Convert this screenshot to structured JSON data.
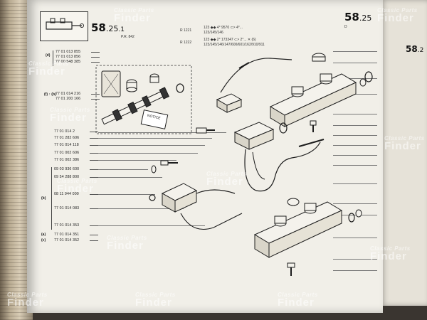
{
  "section": {
    "main": "58",
    "sub": ".25",
    "sub2": ".1"
  },
  "right_section": {
    "main": "58",
    "sub": ".25"
  },
  "far_right_section": {
    "main": "58",
    "sub": ".2"
  },
  "page_ref": "P.R. 842",
  "right_ref": "D",
  "header_refs": [
    {
      "code": "R 1221",
      "line1": "123 ◆◆ 4°    9570 ⊂> 4°...",
      "line2": "123/145/146"
    },
    {
      "code": "R 1222",
      "line1": "123 ◆◆ 2°    173347 ⊂> 2°... ✕ (6)",
      "line2": "123/145/146/147/600/601/162/910/911"
    }
  ],
  "part_numbers_top": [
    {
      "tag": "(d)",
      "lines": [
        "77 01 013 855",
        "77 01 013 856",
        "77 00 548 385"
      ]
    },
    {
      "tag": "(f) ↑ (b)",
      "lines": [
        "77 01 014 216",
        "77 01 200 166"
      ]
    }
  ],
  "part_numbers_mid": [
    "77 01 014 2",
    "77 01 282 606",
    "77 01 014 118",
    "77 01 002 606",
    "77 01 002 386"
  ],
  "part_numbers_bottom": [
    "09 03 936 600",
    "09 54 288 800",
    "08 11 944 000",
    "77 01 014 083",
    "77 01 014 353"
  ],
  "bottom_tag": "(b)",
  "footer_numbers": [
    {
      "tag": "(a)",
      "num": "77 01 014 351"
    },
    {
      "tag": "(c)",
      "num": "77 01 014 352"
    }
  ],
  "box_label": "NOTICE",
  "watermark": {
    "line1": "Classic Parts",
    "line2": "Finder"
  }
}
